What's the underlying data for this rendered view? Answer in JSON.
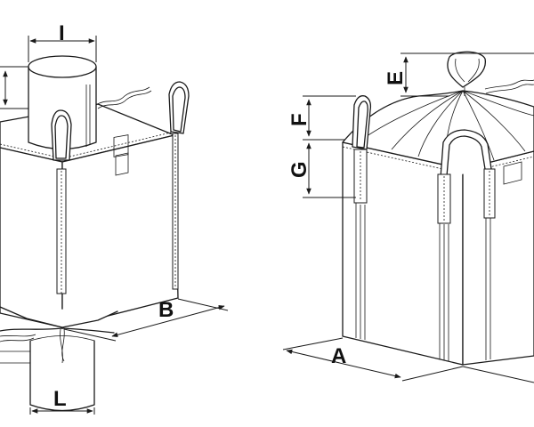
{
  "labels": {
    "I": "I",
    "L": "L",
    "B": "B",
    "A": "A",
    "E": "E",
    "F": "F",
    "G": "G"
  },
  "colors": {
    "line": "#1a1a1a",
    "background": "#ffffff"
  }
}
